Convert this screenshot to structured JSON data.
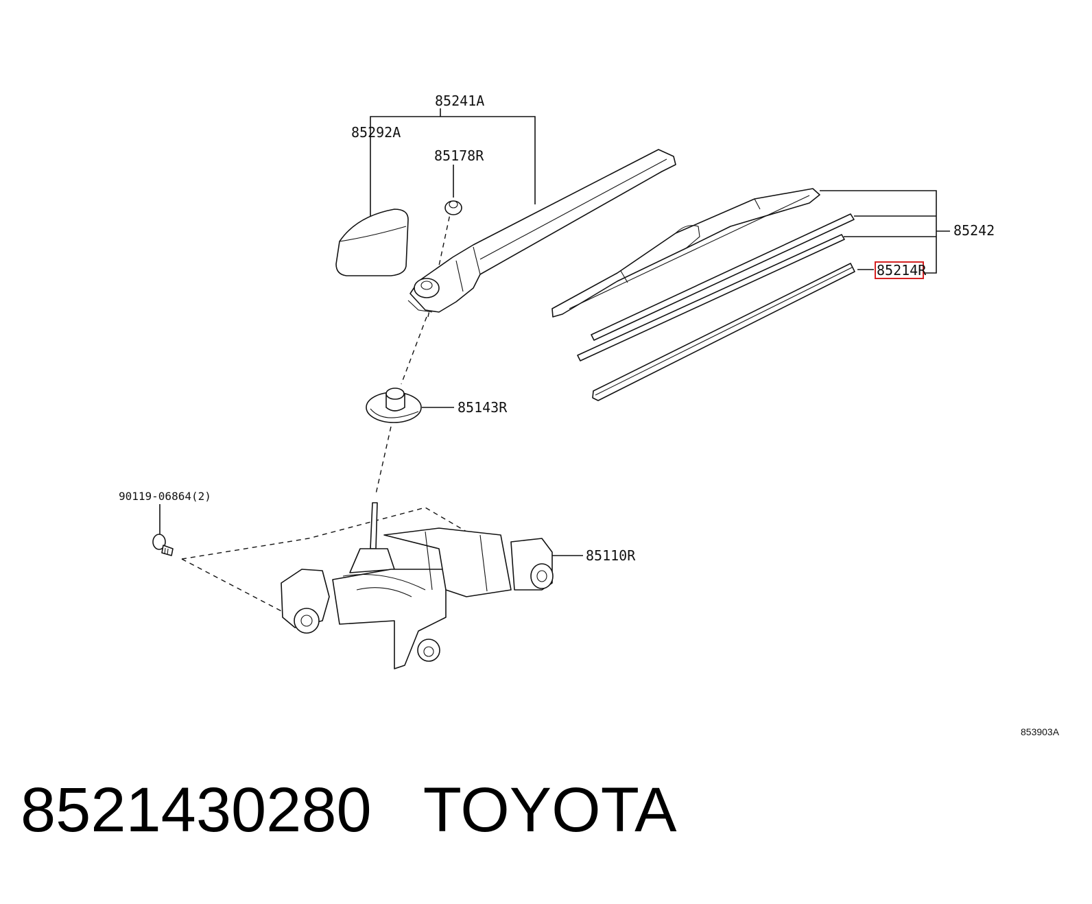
{
  "diagram": {
    "labels": {
      "arm_assembly": "85241A",
      "arm_cap": "85292A",
      "nut": "85178R",
      "blade_assembly": "85242",
      "blade_rubber": "85214R",
      "grommet": "85143R",
      "bolt": "90119-06864(2)",
      "motor": "85110R"
    },
    "reference_code": "853903A",
    "highlighted_part": "85214R"
  },
  "footer": {
    "part_number": "8521430280",
    "brand": "TOYOTA"
  }
}
